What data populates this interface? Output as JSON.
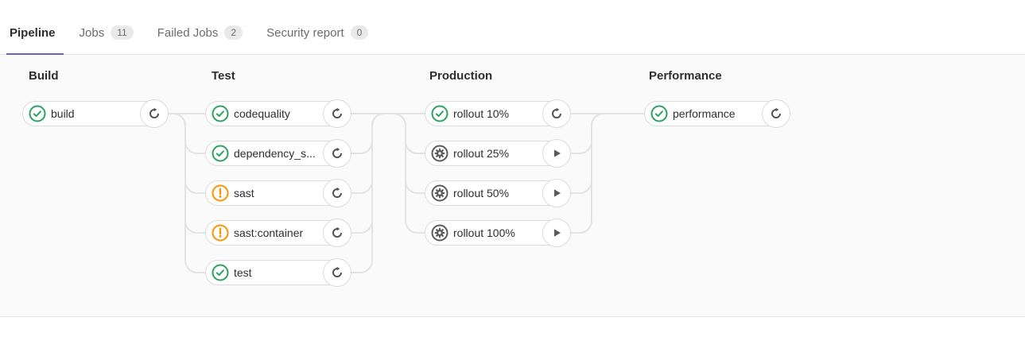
{
  "tabs": {
    "items": [
      {
        "label": "Pipeline",
        "active": true
      },
      {
        "label": "Jobs",
        "badge": "11"
      },
      {
        "label": "Failed Jobs",
        "badge": "2"
      },
      {
        "label": "Security report",
        "badge": "0"
      }
    ]
  },
  "pipeline": {
    "stages": [
      {
        "name": "Build",
        "jobs": [
          {
            "label": "build",
            "status": "success",
            "action": "retry"
          }
        ]
      },
      {
        "name": "Test",
        "jobs": [
          {
            "label": "codequality",
            "status": "success",
            "action": "retry"
          },
          {
            "label": "dependency_s...",
            "status": "success",
            "action": "retry"
          },
          {
            "label": "sast",
            "status": "warning",
            "action": "retry"
          },
          {
            "label": "sast:container",
            "status": "warning",
            "action": "retry"
          },
          {
            "label": "test",
            "status": "success",
            "action": "retry"
          }
        ]
      },
      {
        "name": "Production",
        "jobs": [
          {
            "label": "rollout 10%",
            "status": "success",
            "action": "retry"
          },
          {
            "label": "rollout 25%",
            "status": "manual",
            "action": "play"
          },
          {
            "label": "rollout 50%",
            "status": "manual",
            "action": "play"
          },
          {
            "label": "rollout 100%",
            "status": "manual",
            "action": "play"
          }
        ]
      },
      {
        "name": "Performance",
        "jobs": [
          {
            "label": "performance",
            "status": "success",
            "action": "retry"
          }
        ]
      }
    ]
  },
  "colors": {
    "success": "#2da160",
    "warning": "#fc9403",
    "manual_icon": "#5a5a5a",
    "active_tab_underline": "#6666c4",
    "connector_line": "#e3e3e3",
    "node_border": "#dbdbdb",
    "graph_background": "#fafafa"
  }
}
